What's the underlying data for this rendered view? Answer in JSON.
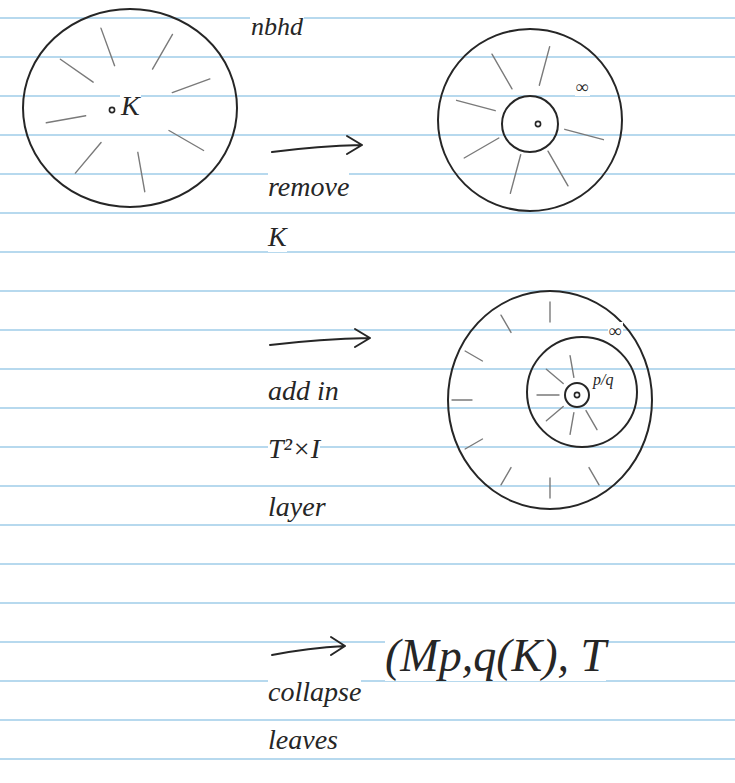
{
  "diagram": {
    "nodes": [
      {
        "text": [
          "nbhd",
          "K"
        ]
      },
      {
        "text": [
          "∞"
        ]
      },
      {
        "text": [
          "∞",
          "p/q"
        ]
      }
    ],
    "labels": [
      "remove K",
      "add in T²×I layer",
      "collapse leaves",
      "(Mp,q(K), T"
    ]
  }
}
